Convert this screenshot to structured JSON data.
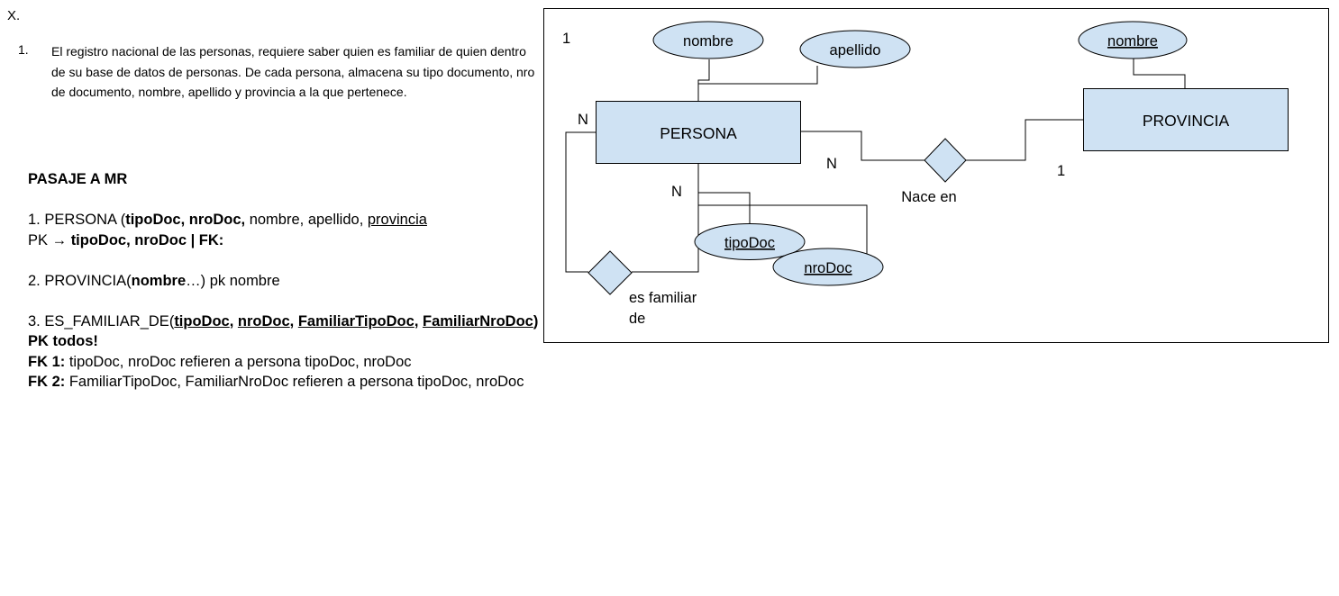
{
  "doc": {
    "marker": "X.",
    "item_number": "1.",
    "item_text": "El registro nacional de las personas, requiere saber quien es familiar de quien dentro de su base de datos de personas. De cada persona, almacena su tipo documento, nro de documento, nombre, apellido y provincia a la que pertenece."
  },
  "mr": {
    "heading": "PASAJE A MR",
    "l1_a": "1. PERSONA (",
    "l1_b": "tipoDoc, nroDoc,",
    "l1_c": " nombre, apellido, ",
    "l1_d": "provincia",
    "l2_a": "PK → ",
    "l2_b": "tipoDoc, nroDoc | FK:",
    "l3_a": "2. PROVINCIA(",
    "l3_b": "nombre",
    "l3_c": "…) pk nombre",
    "l4_a": "3. ES_FAMILIAR_DE(",
    "l4_b": "tipoDoc",
    "l4_c": ", ",
    "l4_d": "nroDoc",
    "l4_e": ", ",
    "l4_f": "FamiliarTipoDoc",
    "l4_g": ", ",
    "l4_h": "FamiliarNroDoc",
    "l4_i": ")",
    "l5": "PK todos!",
    "l6_a": "FK 1:",
    "l6_b": " tipoDoc, nroDoc refieren a persona tipoDoc, nroDoc",
    "l7_a": "FK 2:",
    "l7_b": " FamiliarTipoDoc, FamiliarNroDoc refieren a persona tipoDoc, nroDoc"
  },
  "diagram": {
    "colors": {
      "fill": "#cfe2f3",
      "stroke": "#000000"
    },
    "entities": {
      "persona": "PERSONA",
      "provincia": "PROVINCIA"
    },
    "attributes": {
      "nombre": "nombre",
      "apellido": "apellido",
      "tipodoc": "tipoDoc",
      "nrodoc": "nroDoc",
      "prov_nombre": "nombre"
    },
    "relations": {
      "nace_en": "Nace en",
      "familiar_l1": "es familiar",
      "familiar_l2": "de"
    },
    "cardinalities": {
      "corner_1": "1",
      "persona_familiar": "N",
      "persona_familiar_2": "N",
      "persona_nace": "N",
      "provincia_nace": "1"
    }
  }
}
